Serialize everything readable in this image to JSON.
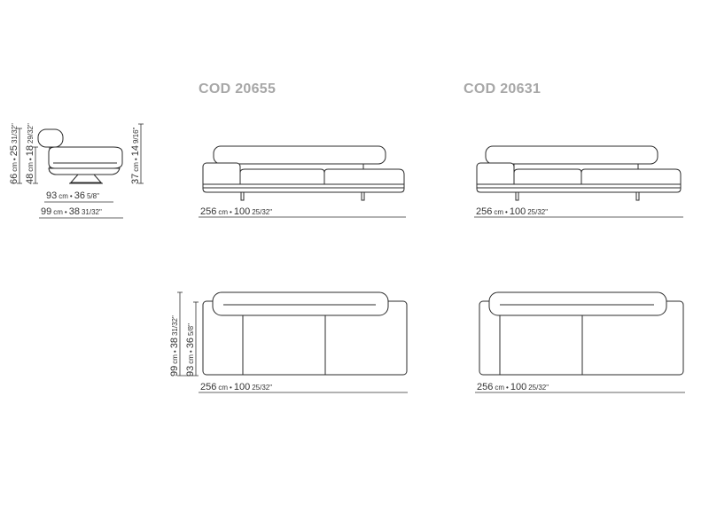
{
  "titles": {
    "left": "COD 20655",
    "right": "COD 20631"
  },
  "side_view": {
    "depth_seat": {
      "cm": "93",
      "cm_unit": "cm",
      "sep": "•",
      "inch": "36",
      "frac": "5/8\""
    },
    "depth_total": {
      "cm": "99",
      "cm_unit": "cm",
      "sep": "•",
      "inch": "38",
      "frac": "31/32\""
    },
    "height_back": {
      "cm": "66",
      "cm_unit": "cm",
      "sep": "•",
      "inch": "25",
      "frac": "31/32\""
    },
    "height_arm": {
      "cm": "48",
      "cm_unit": "cm",
      "sep": "•",
      "inch": "18",
      "frac": "29/32\""
    },
    "height_seat": {
      "cm": "37",
      "cm_unit": "cm",
      "sep": "•",
      "inch": "14",
      "frac": "9/16\""
    }
  },
  "front_view_left": {
    "width": {
      "cm": "256",
      "cm_unit": "cm",
      "sep": "•",
      "inch": "100",
      "frac": "25/32\""
    }
  },
  "front_view_right": {
    "width": {
      "cm": "256",
      "cm_unit": "cm",
      "sep": "•",
      "inch": "100",
      "frac": "25/32\""
    }
  },
  "top_view_left": {
    "width": {
      "cm": "256",
      "cm_unit": "cm",
      "sep": "•",
      "inch": "100",
      "frac": "25/32\""
    },
    "depth_total": {
      "cm": "99",
      "cm_unit": "cm",
      "sep": "•",
      "inch": "38",
      "frac": "31/32\""
    },
    "depth_seat": {
      "cm": "93",
      "cm_unit": "cm",
      "sep": "•",
      "inch": "36",
      "frac": "5/8\""
    }
  },
  "top_view_right": {
    "width": {
      "cm": "256",
      "cm_unit": "cm",
      "sep": "•",
      "inch": "100",
      "frac": "25/32\""
    }
  }
}
